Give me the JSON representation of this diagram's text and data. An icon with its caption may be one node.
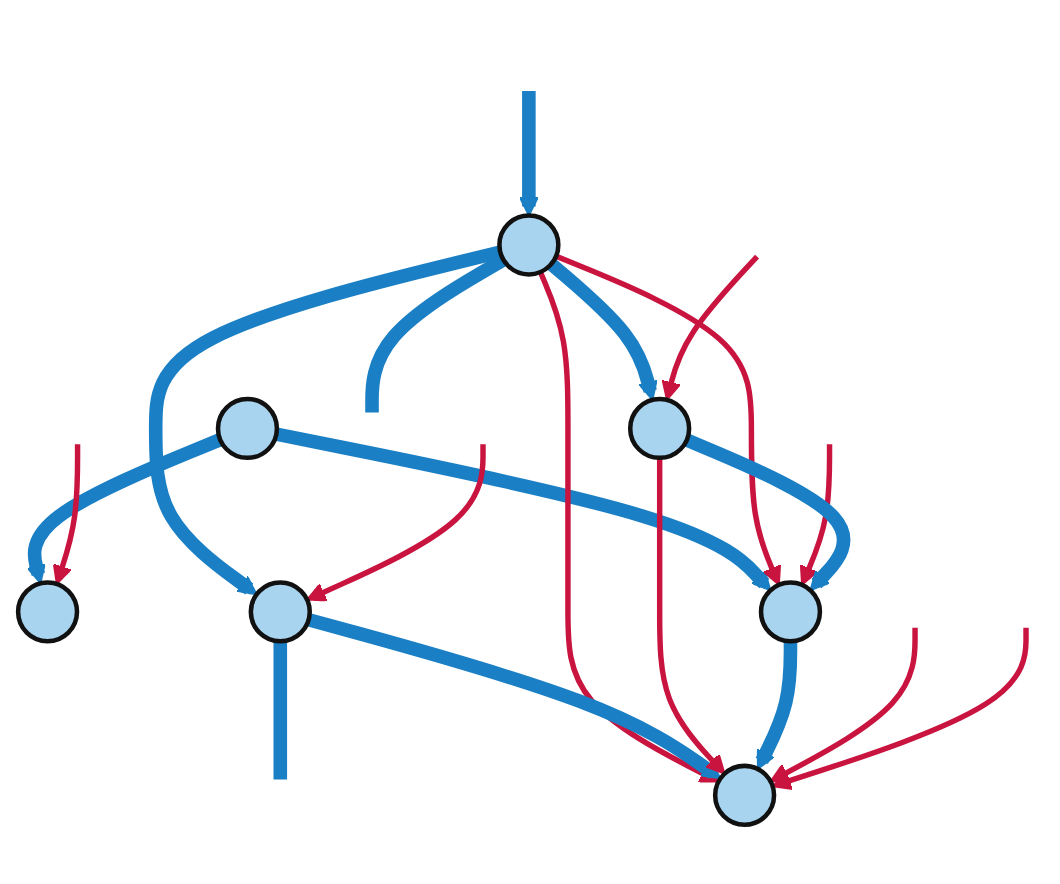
{
  "diagram": {
    "nodes": [
      {
        "text": [],
        "shape": "circle"
      },
      {
        "text": [],
        "shape": "circle"
      },
      {
        "text": [],
        "shape": "circle"
      },
      {
        "text": [],
        "shape": "circle"
      },
      {
        "text": [],
        "shape": "circle"
      },
      {
        "text": [],
        "shape": "circle"
      },
      {
        "text": [],
        "shape": "circle"
      }
    ],
    "edges": [
      {
        "from": 0,
        "to": 1,
        "arrow": "to"
      },
      {
        "from": 0,
        "to": 5,
        "arrow": "to"
      },
      {
        "from": null,
        "to": 1,
        "arrow": "to",
        "color": "#c8143f"
      },
      {
        "from": null,
        "to": 2,
        "arrow": "to"
      },
      {
        "from": 2,
        "to": 3,
        "arrow": "to"
      },
      {
        "from": 2,
        "to": 4,
        "arrow": "to"
      },
      {
        "from": 2,
        "to": null,
        "arrow": "none"
      },
      {
        "from": 2,
        "to": 6,
        "arrow": "to",
        "color": "#c8143f"
      },
      {
        "from": 2,
        "to": 5,
        "arrow": "to",
        "color": "#c8143f"
      },
      {
        "from": null,
        "to": 3,
        "arrow": "to",
        "color": "#c8143f"
      },
      {
        "from": null,
        "to": 4,
        "arrow": "to",
        "color": "#c8143f"
      },
      {
        "from": 3,
        "to": null,
        "arrow": "none"
      },
      {
        "from": 3,
        "to": 6,
        "arrow": "to"
      },
      {
        "from": null,
        "to": 5,
        "arrow": "to",
        "color": "#c8143f"
      },
      {
        "from": 4,
        "to": 5,
        "arrow": "to"
      },
      {
        "from": 4,
        "to": 6,
        "arrow": "to",
        "color": "#c8143f"
      },
      {
        "from": 5,
        "to": 6,
        "arrow": "to"
      },
      {
        "from": null,
        "to": 6,
        "arrow": "to",
        "color": "#c8143f"
      },
      {
        "from": null,
        "to": 6,
        "arrow": "to",
        "color": "#c8143f"
      }
    ]
  }
}
